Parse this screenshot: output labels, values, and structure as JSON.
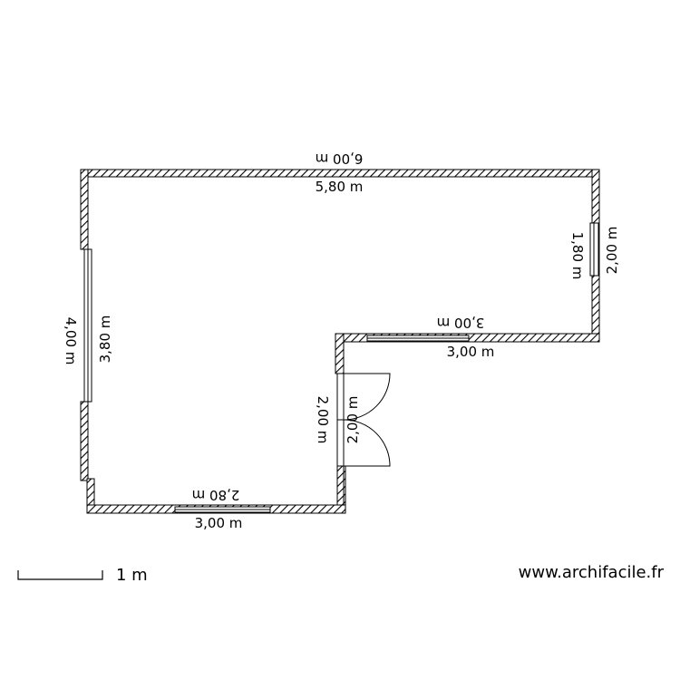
{
  "plan": {
    "dimensions": {
      "top_outer": "6,00 m",
      "top_inner": "5,80 m",
      "right_outer": "2,00 m",
      "right_inner": "1,80 m",
      "step_outer": "3,00 m",
      "step_inner": "3,00 m",
      "left_outer": "4,00 m",
      "left_inner": "3,80 m",
      "door_outer": "2,00 m",
      "door_inner": "2,00 m",
      "bottom_outer": "3,00 m",
      "bottom_inner": "2,80 m"
    }
  },
  "scale": {
    "label": "1 m"
  },
  "watermark": {
    "text": "www.archifacile.fr"
  },
  "colors": {
    "line": "#000000",
    "background": "#ffffff"
  }
}
